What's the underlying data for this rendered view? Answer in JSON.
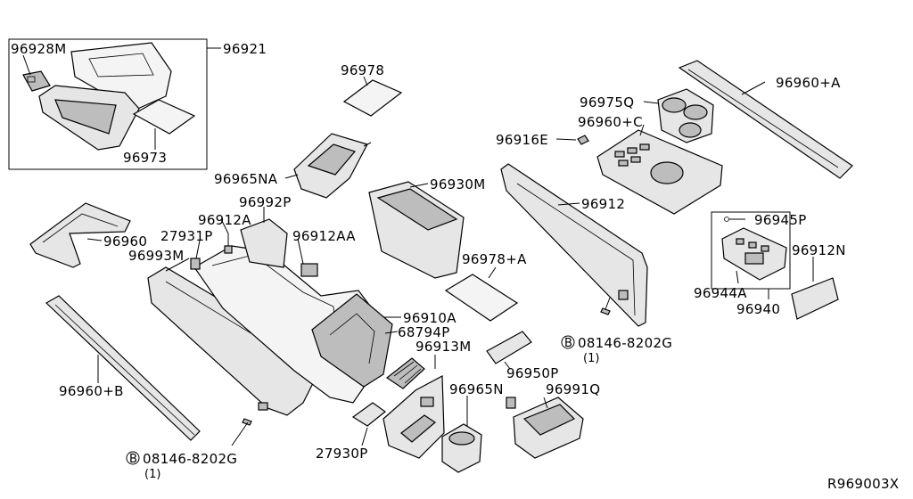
{
  "labels": {
    "p96928M": "96928M",
    "p96921": "96921",
    "p96973": "96973",
    "p96978": "96978",
    "p96965NA": "96965NA",
    "p96930M": "96930M",
    "p96975Q": "96975Q",
    "p96960A": "96960+A",
    "p96960C": "96960+C",
    "p96916E": "96916E",
    "p96912": "96912",
    "p96992P": "96992P",
    "p96912A": "96912A",
    "p27931P": "27931P",
    "p96912AA": "96912AA",
    "p96960": "96960",
    "p96993M": "96993M",
    "p96945P": "96945P",
    "p96912N": "96912N",
    "p96978A": "96978+A",
    "p96944A": "96944A",
    "p96940": "96940",
    "p96910A": "96910A",
    "p68794P": "68794P",
    "p96913M": "96913M",
    "p08146a": "08146-8202G",
    "p08146a_qty": "(1)",
    "p96950P": "96950P",
    "p96960B": "96960+B",
    "p96965N": "96965N",
    "p96991Q": "96991Q",
    "p27930P": "27930P",
    "p08146b": "08146-8202G",
    "p08146b_qty": "(1)",
    "bolt_symbol": "B"
  },
  "diagram_id": "R969003X"
}
